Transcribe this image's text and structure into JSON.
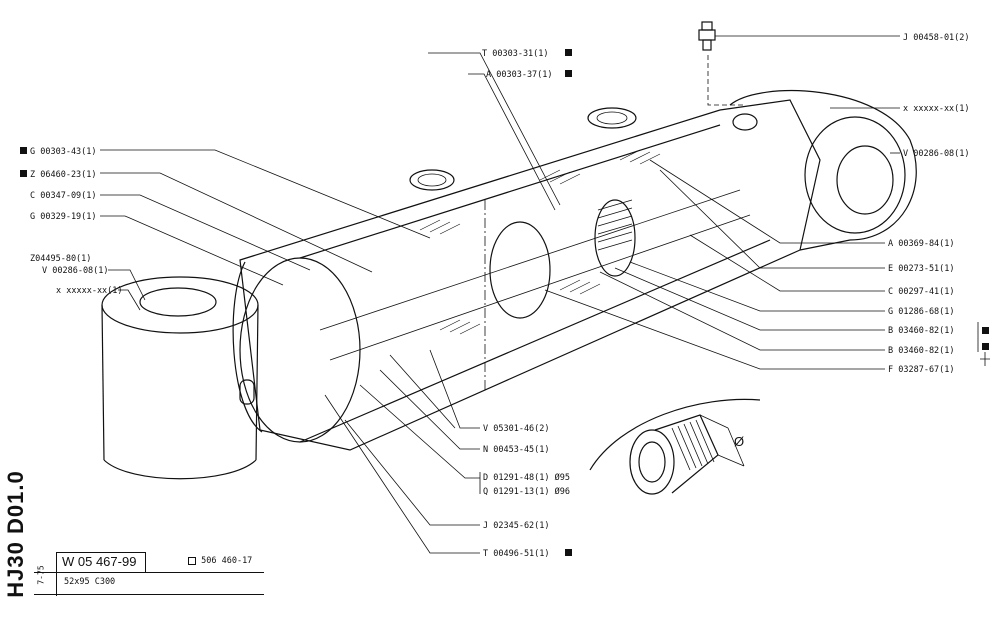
{
  "drawing": {
    "code": "HJ30 D01.0",
    "date": "7-75",
    "title_block": {
      "number": "W 05 467-99",
      "ref": "506 460-17",
      "spec": "52x95   C300"
    },
    "diameter_symbol": "Ø",
    "labels_left": [
      {
        "id": "g00303",
        "text": "G 00303-43(1)",
        "marked": true
      },
      {
        "id": "z06460",
        "text": "Z 06460-23(1)",
        "marked": true
      },
      {
        "id": "c00347",
        "text": "C 00347-09(1)",
        "marked": false
      },
      {
        "id": "g00329",
        "text": "G 00329-19(1)",
        "marked": false
      },
      {
        "id": "z04495",
        "text": "Z04495-80(1)",
        "marked": false
      },
      {
        "id": "v00286a",
        "text": "V 00286-08(1)",
        "marked": false
      },
      {
        "id": "xxxxxa",
        "text": "x xxxxx-xx(1)",
        "marked": false
      }
    ],
    "labels_top": [
      {
        "id": "t00303",
        "text": "T 00303-31(1)",
        "marked": true
      },
      {
        "id": "a00303",
        "text": "A 00303-37(1)",
        "marked": true
      }
    ],
    "labels_right": [
      {
        "id": "j00458",
        "text": "J 00458-01(2)",
        "marked": false
      },
      {
        "id": "xxxxxb",
        "text": "x xxxxx-xx(1)",
        "marked": false
      },
      {
        "id": "v00286b",
        "text": "V 00286-08(1)",
        "marked": false
      },
      {
        "id": "a00369",
        "text": "A 00369-84(1)",
        "marked": false
      },
      {
        "id": "e00273",
        "text": "E 00273-51(1)",
        "marked": false
      },
      {
        "id": "c00297",
        "text": "C 00297-41(1)",
        "marked": false
      },
      {
        "id": "g01286",
        "text": "G 01286-68(1)",
        "marked": false
      },
      {
        "id": "b03460a",
        "text": "B 03460-82(1)",
        "marked": true
      },
      {
        "id": "b03460b",
        "text": "B 03460-82(1)",
        "marked": true
      },
      {
        "id": "f03287",
        "text": "F 03287-67(1)",
        "marked": false
      }
    ],
    "labels_bottom": [
      {
        "id": "v05301",
        "text": "V 05301-46(2)",
        "marked": false
      },
      {
        "id": "n00453",
        "text": "N 00453-45(1)",
        "marked": false
      },
      {
        "id": "d01291",
        "text": "D 01291-48(1) Ø95",
        "marked": false
      },
      {
        "id": "q01291",
        "text": "Q 01291-13(1) Ø96",
        "marked": false
      },
      {
        "id": "j02345",
        "text": "J 02345-62(1)",
        "marked": false
      },
      {
        "id": "t00496",
        "text": "T 00496-51(1)",
        "marked": true
      }
    ]
  }
}
